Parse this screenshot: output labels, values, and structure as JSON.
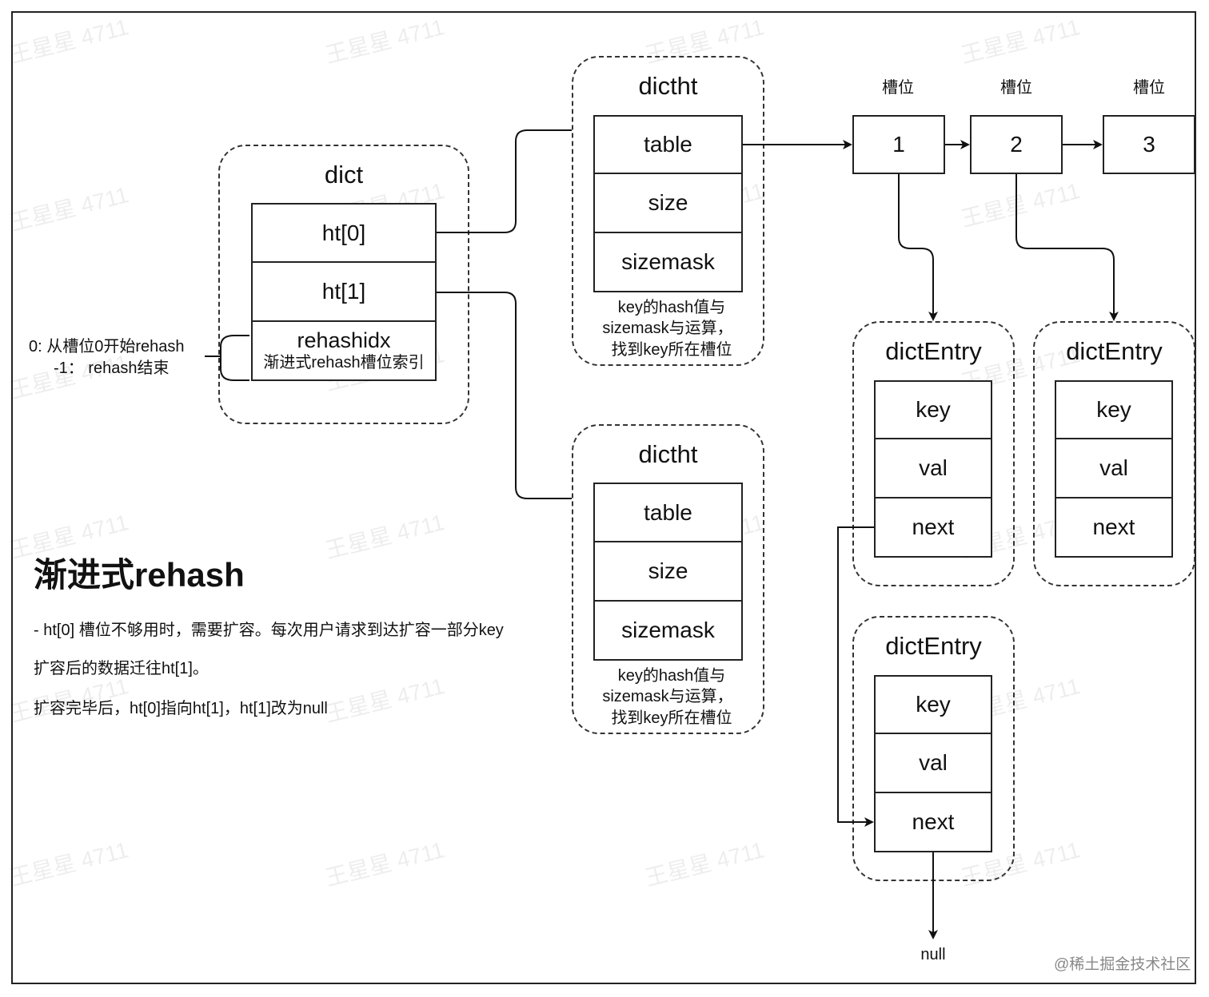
{
  "dict": {
    "title": "dict",
    "ht0": "ht[0]",
    "ht1": "ht[1]",
    "rehashidx": "rehashidx",
    "rehashidx_desc": "渐进式rehash槽位索引"
  },
  "rehash_note": {
    "line1": "0: 从槽位0开始rehash",
    "line2": "-1： rehash结束"
  },
  "dictht_top": {
    "title": "dictht",
    "table": "table",
    "size": "size",
    "sizemask": "sizemask",
    "note1": "key的hash值与",
    "note2": "sizemask与运算，",
    "note3": "找到key所在槽位"
  },
  "dictht_bottom": {
    "title": "dictht",
    "table": "table",
    "size": "size",
    "sizemask": "sizemask",
    "note1": "key的hash值与",
    "note2": "sizemask与运算，",
    "note3": "找到key所在槽位"
  },
  "slots": [
    {
      "label": "槽位",
      "value": "1"
    },
    {
      "label": "槽位",
      "value": "2"
    },
    {
      "label": "槽位",
      "value": "3"
    }
  ],
  "entries": [
    {
      "title": "dictEntry",
      "key": "key",
      "val": "val",
      "next": "next"
    },
    {
      "title": "dictEntry",
      "key": "key",
      "val": "val",
      "next": "next"
    },
    {
      "title": "dictEntry",
      "key": "key",
      "val": "val",
      "next": "next"
    }
  ],
  "null_label": "null",
  "heading": "渐进式rehash",
  "desc": {
    "line1": "- ht[0] 槽位不够用时，需要扩容。每次用户请求到达扩容一部分key",
    "line2": "扩容后的数据迁往ht[1]。",
    "line3": "扩容完毕后，ht[0]指向ht[1]，ht[1]改为null"
  },
  "watermark": "王星星 4711",
  "credit": "@稀土掘金技术社区"
}
